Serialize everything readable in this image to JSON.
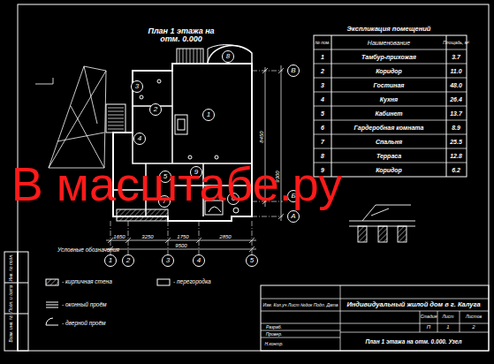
{
  "diagram": {
    "title": "План 1 этажа на отм. 0.000",
    "nodes": [
      {
        "text": [
          "1"
        ]
      },
      {
        "text": [
          "2"
        ]
      },
      {
        "text": [
          "3"
        ]
      },
      {
        "text": [
          "4"
        ]
      },
      {
        "text": [
          "5"
        ]
      },
      {
        "text": [
          "6"
        ]
      },
      {
        "text": [
          "7"
        ]
      },
      {
        "text": [
          "8"
        ]
      },
      {
        "text": [
          "9"
        ]
      },
      {
        "text": [
          "1"
        ]
      },
      {
        "text": [
          "2"
        ]
      },
      {
        "text": [
          "3"
        ]
      },
      {
        "text": [
          "4"
        ]
      },
      {
        "text": [
          "5"
        ]
      },
      {
        "text": [
          "В"
        ]
      },
      {
        "text": [
          "Б"
        ]
      },
      {
        "text": [
          "А"
        ]
      }
    ],
    "labels": [
      "Экспликация помещений",
      "№ пом.",
      "Наименование",
      "Площадь, м²",
      "1",
      "Тамбур-прихожая",
      "3.7",
      "2",
      "Коридор",
      "11.0",
      "3",
      "Гостиная",
      "48.0",
      "4",
      "Кухня",
      "26.4",
      "5",
      "Кабинет",
      "13.7",
      "6",
      "Гардеробная комната",
      "8.9",
      "7",
      "Спальня",
      "25.5",
      "8",
      "Терраса",
      "12.8",
      "9",
      "Коридор",
      "6.2",
      "Условные обозначения",
      "1650",
      "3250",
      "1750",
      "2850",
      "9500",
      "8450",
      "9300",
      "Индивидуальный жилой дом в г. Калуга",
      "Изм. Кол.уч Лист №док Подп. Дата",
      "Разраб.",
      "Провер.",
      "Н.контр.",
      "Стадия",
      "Лист",
      "Листов",
      "П",
      "1",
      "2",
      "План 1 этажа на отм. 0.000. Узел",
      "Взам. инв. №",
      "Подп. и дата",
      "Инв. № подл.",
      "В масштабе.ру"
    ],
    "legend": [
      {
        "text": "- кирпичная стена"
      },
      {
        "text": "- перегородка"
      },
      {
        "text": "- оконный проём"
      },
      {
        "text": "- дверной проём"
      }
    ]
  }
}
